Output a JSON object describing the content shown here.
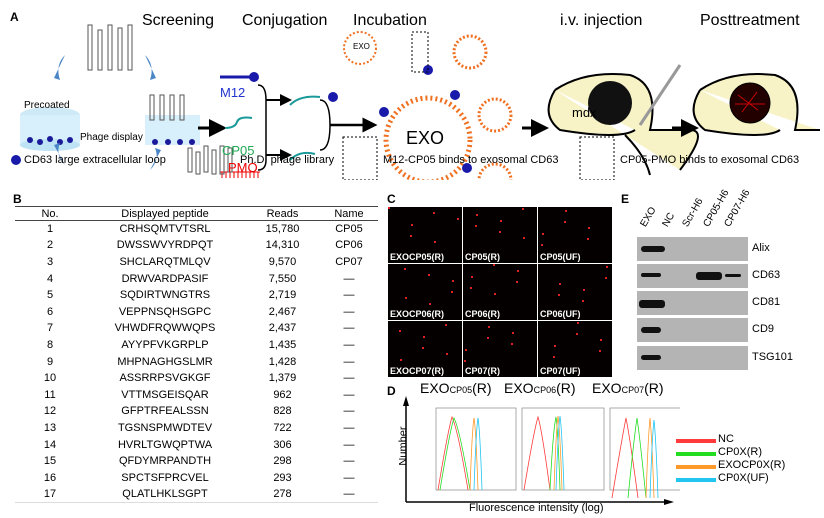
{
  "panels": {
    "a": "A",
    "b": "B",
    "c": "C",
    "d": "D",
    "e": "E"
  },
  "panelA": {
    "steps": [
      "Screening",
      "Conjugation",
      "Incubation",
      "i.v. injection",
      "Posttreatment"
    ],
    "precoated": "Precoated",
    "phage_display": "Phage display",
    "m12": "M12",
    "cp05": "CP05",
    "pmo": "PMO",
    "exo": "EXO",
    "mdx": "mdx",
    "legend": [
      "CD63 large extracellular loop",
      "Ph.D. phage library",
      "M12-CP05 binds to exosomal CD63",
      "CP05-PMO binds to exosomal CD63"
    ]
  },
  "table": {
    "headers": [
      "No.",
      "Displayed peptide",
      "Reads",
      "Name"
    ],
    "rows": [
      [
        "1",
        "CRHSQMTVTSRL",
        "15,780",
        "CP05"
      ],
      [
        "2",
        "DWSSWVYRDPQT",
        "14,310",
        "CP06"
      ],
      [
        "3",
        "SHCLARQTMLQV",
        "9,570",
        "CP07"
      ],
      [
        "4",
        "DRWVARDPASIF",
        "7,550",
        "—"
      ],
      [
        "5",
        "SQDIRTWNGTRS",
        "2,719",
        "—"
      ],
      [
        "6",
        "VEPPNSQHSGPC",
        "2,467",
        "—"
      ],
      [
        "7",
        "VHWDFRQWWQPS",
        "2,437",
        "—"
      ],
      [
        "8",
        "AYYPFVKGRPLP",
        "1,435",
        "—"
      ],
      [
        "9",
        "MHPNAGHGSLMR",
        "1,428",
        "—"
      ],
      [
        "10",
        "ASSRRPSVGKGF",
        "1,379",
        "—"
      ],
      [
        "11",
        "VTTMSGEISQAR",
        "962",
        "—"
      ],
      [
        "12",
        "GFPTRFEALSSN",
        "828",
        "—"
      ],
      [
        "13",
        "TGSNSPMWDTEV",
        "722",
        "—"
      ],
      [
        "14",
        "HVRLTGWQPTWA",
        "306",
        "—"
      ],
      [
        "15",
        "QFDYMRPANDTH",
        "298",
        "—"
      ],
      [
        "16",
        "SPCTSFPRCVEL",
        "293",
        "—"
      ],
      [
        "17",
        "QLATLHKLSGPT",
        "278",
        "—"
      ]
    ]
  },
  "panelC": {
    "cells": [
      "EXOCP05(R)",
      "CP05(R)",
      "CP05(UF)",
      "EXOCP06(R)",
      "CP06(R)",
      "CP06(UF)",
      "EXOCP07(R)",
      "CP07(R)",
      "CP07(UF)"
    ]
  },
  "panelD": {
    "titles": [
      {
        "main": "EXO",
        "sub": "CP05",
        "tail": "(R)"
      },
      {
        "main": "EXO",
        "sub": "CP06",
        "tail": "(R)"
      },
      {
        "main": "EXO",
        "sub": "CP07",
        "tail": "(R)"
      }
    ],
    "ylabel": "Number",
    "xlabel": "Fluorescence intensity (log)",
    "legend": [
      {
        "label": "NC",
        "color": "#ff3b3b"
      },
      {
        "label": "CP0X(R)",
        "color": "#22dd22"
      },
      {
        "label": "EXOCP0X(R)",
        "color": "#ff9a2a"
      },
      {
        "label": "CP0X(UF)",
        "color": "#22c4f0"
      }
    ]
  },
  "panelE": {
    "lanes": [
      "EXO",
      "NC",
      "Scr-H6",
      "CP05-H6",
      "CP07-H6"
    ],
    "markers": [
      "Alix",
      "CD63",
      "CD81",
      "CD9",
      "TSG101"
    ]
  }
}
